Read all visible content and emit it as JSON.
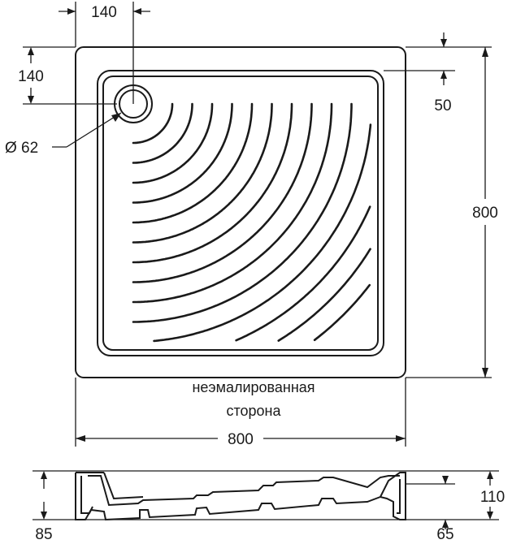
{
  "dimensions": {
    "drain_offset_x": "140",
    "drain_offset_y": "140",
    "drain_diameter": "Ø 62",
    "rim_height": "50",
    "depth": "800",
    "width": "800",
    "height": "110",
    "left_foot": "85",
    "right_foot": "65"
  },
  "notes": {
    "unenameled_line1": "неэмалированная",
    "unenameled_line2": "сторона"
  },
  "groove_count": 14
}
